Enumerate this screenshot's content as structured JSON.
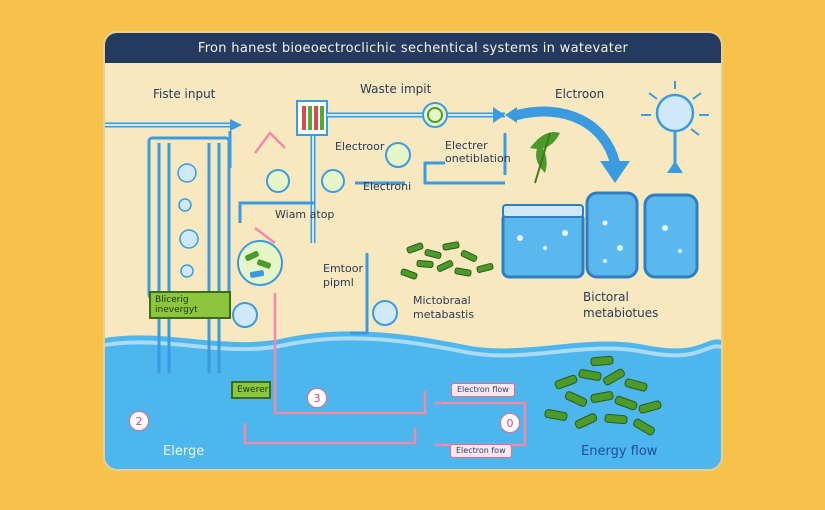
{
  "title": "Fron hanest bioeoectroclichic sechentical systems in watevater",
  "labels": {
    "fiste_input": "Fiste input",
    "waste_impit": "Waste impit",
    "elctroon": "Elctroon",
    "electroor": "Electroor",
    "electrer": "Electrer",
    "onetiblation": "onetiblation",
    "electroni": "Electroni",
    "wiam_atop": "Wiam atop",
    "emtoor": "Emtoor",
    "pipml": "pipml",
    "mictobraal": "Mictobraal",
    "metabastis": "metabastis",
    "bictoral": "Bictoral",
    "metabiotues": "metabiotues",
    "elerge": "Elerge",
    "energy_flow": "Energy flow"
  },
  "boxes": {
    "blicerig_line1": "Blicerig",
    "blicerig_line2": "inevergyt",
    "ewerer": "Ewerer",
    "electron_flow_top": "Electron flow",
    "electron_flow_bottom": "Electron fow"
  },
  "markers": {
    "n2": "2",
    "n3": "3",
    "n0": "0"
  },
  "colors": {
    "background": "#f7c14a",
    "panel": "#f8e8c0",
    "title_bar": "#243a5e",
    "water": "#4db6ec",
    "pipe_blue": "#3a9be0",
    "pipe_pink": "#f08aa8",
    "biomass_green": "#4c9a2a"
  }
}
